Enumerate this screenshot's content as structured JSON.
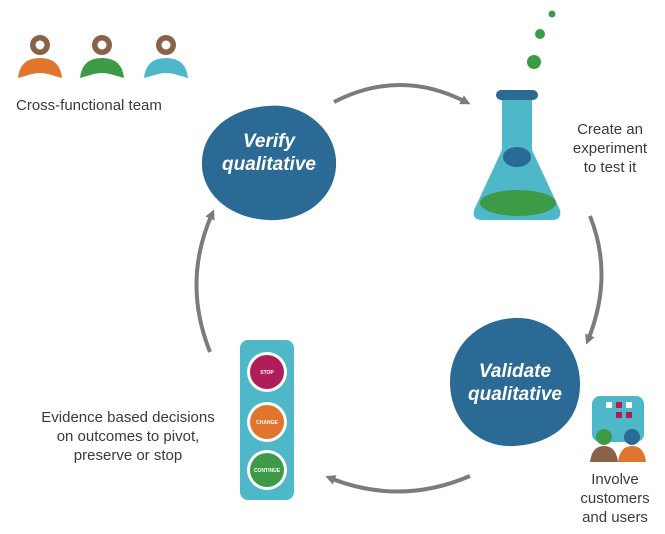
{
  "team": {
    "label": "Cross-functional team",
    "colors": [
      "#e0752e",
      "#3d9b48",
      "#4fb8c8"
    ],
    "head_color": "#8a6248"
  },
  "verify": {
    "line1": "Verify",
    "line2": "qualitative",
    "color": "#2b6a94"
  },
  "experiment": {
    "line1": "Create an",
    "line2": "experiment",
    "line3": "to test it",
    "icon": "flask-icon"
  },
  "validate": {
    "line1": "Validate",
    "line2": "qualitative",
    "color": "#2b6a94"
  },
  "customers": {
    "line1": "Involve",
    "line2": "customers",
    "line3": "and users",
    "icon": "chat-people-icon"
  },
  "decisions": {
    "line1": "Evidence based decisions",
    "line2": "on outcomes to pivot,",
    "line3": "preserve or stop",
    "lights": {
      "stop": "STOP",
      "change": "CHANGE",
      "continue": "CONTINUE"
    }
  },
  "colors": {
    "arrow": "#7c7c7c",
    "teal": "#4fb8c8",
    "dark_blue": "#2b6a94"
  }
}
